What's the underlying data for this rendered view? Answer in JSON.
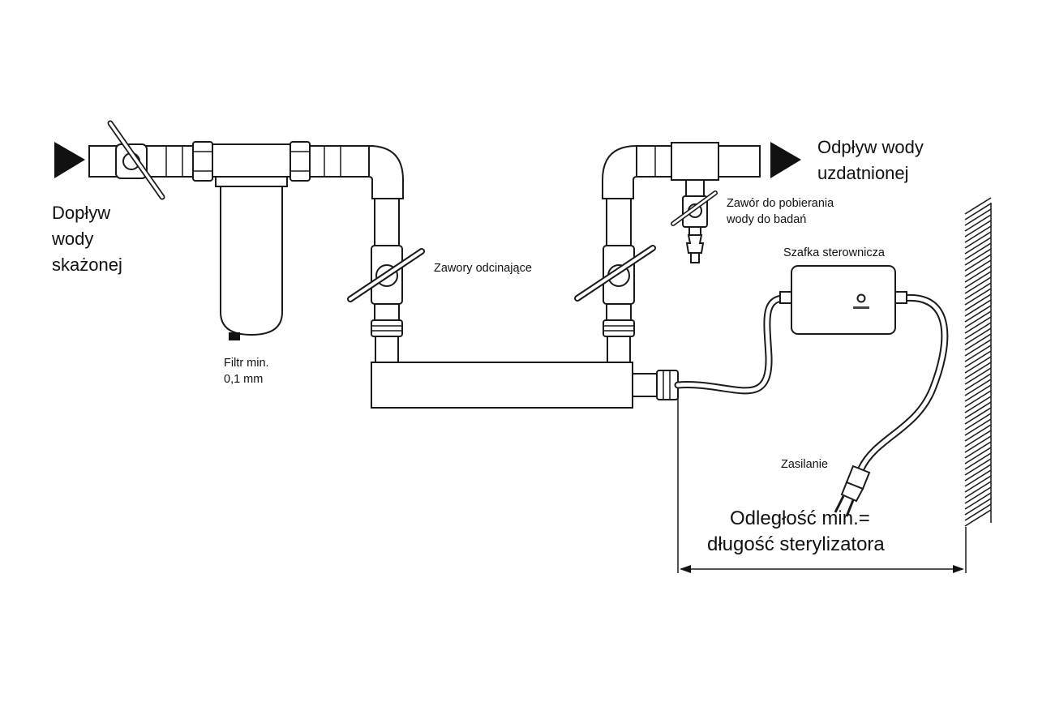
{
  "labels": {
    "inlet": [
      "Dopływ",
      "wody",
      "skażonej"
    ],
    "outlet": [
      "Odpływ wody",
      "uzdatnionej"
    ],
    "filter": [
      "Filtr min.",
      "0,1 mm"
    ],
    "shutoff_valves": "Zawory odcinające",
    "sampling_valve": [
      "Zawór do pobierania",
      "wody do badań"
    ],
    "control_box": "Szafka sterownicza",
    "power": "Zasilanie",
    "distance": [
      "Odległość min.=",
      "długość sterylizatora"
    ]
  }
}
